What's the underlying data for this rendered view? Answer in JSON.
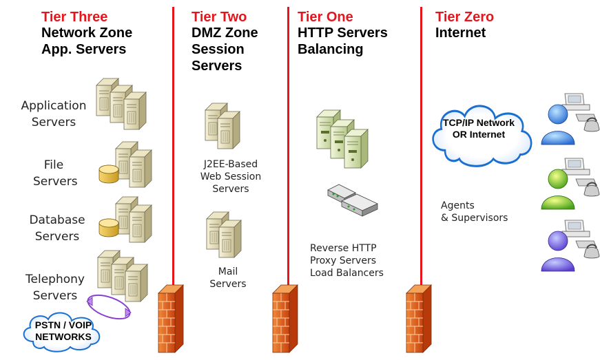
{
  "tiers": [
    {
      "title": "Tier Three",
      "lines": [
        "Network Zone",
        "App. Servers"
      ]
    },
    {
      "title": "Tier Two",
      "lines": [
        "DMZ Zone",
        "Session",
        "Servers"
      ]
    },
    {
      "title": "Tier One",
      "lines": [
        "HTTP Servers",
        "Balancing"
      ]
    },
    {
      "title": "Tier Zero",
      "lines": [
        "Internet"
      ]
    }
  ],
  "tier3": {
    "application": [
      "Application",
      "Servers"
    ],
    "file": [
      "File",
      "Servers"
    ],
    "database": [
      "Database",
      "Servers"
    ],
    "telephony": [
      "Telephony",
      "Servers"
    ],
    "pstn": [
      "PSTN / VOIP",
      "NETWORKS"
    ]
  },
  "tier2": {
    "session": [
      "J2EE-Based",
      "Web Session",
      "Servers"
    ],
    "mail": [
      "Mail",
      "Servers"
    ]
  },
  "tier1": {
    "proxy": [
      "Reverse HTTP",
      "Proxy Servers",
      "Load Balancers"
    ]
  },
  "tier0": {
    "cloud": [
      "TCP/IP Network",
      "OR Internet"
    ],
    "agents": [
      "Agents",
      "& Supervisors"
    ]
  },
  "colors": {
    "accent": "#e8141b",
    "server": "#e9e3c3",
    "firewall": "#e05a1c",
    "cloud": "#1a6fd0"
  }
}
